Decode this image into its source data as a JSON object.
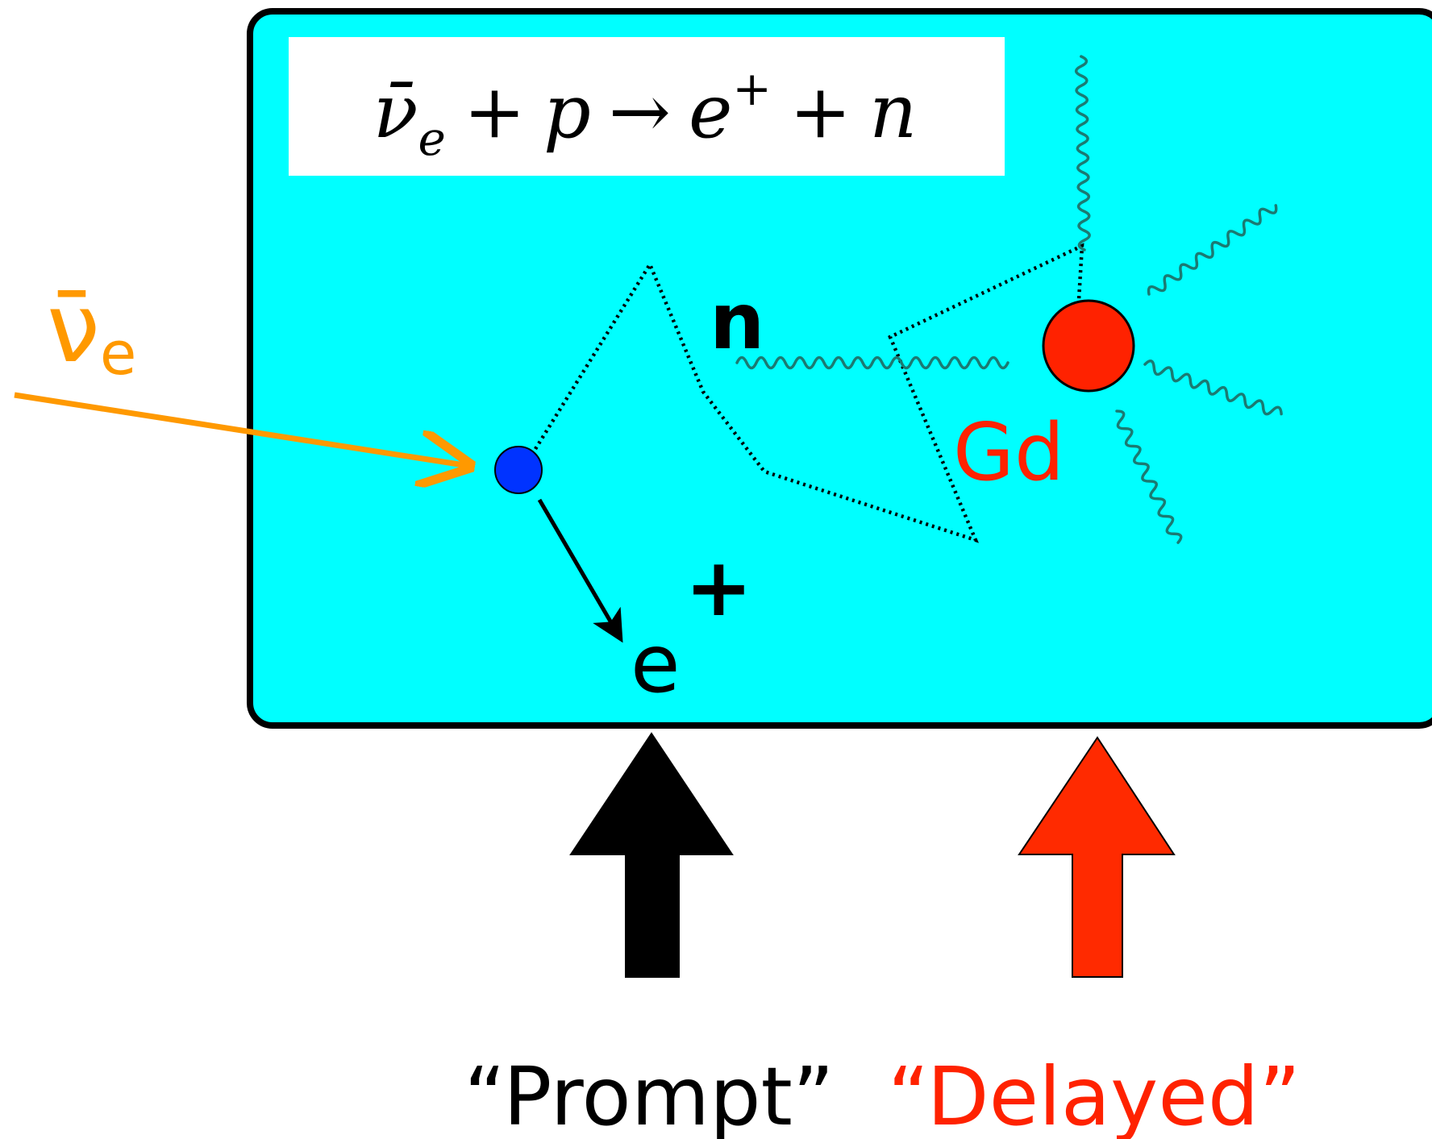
{
  "equation": {
    "antineutrino": "ν̄",
    "antineutrino_subscript": "e",
    "plus1": "+",
    "proton": "p",
    "arrow": "→",
    "positron": "e",
    "positron_superscript": "+",
    "plus2": "+",
    "neutron": "n"
  },
  "labels": {
    "incoming_neutrino": "ν̄",
    "incoming_neutrino_subscript": "e",
    "neutron": "n",
    "gadolinium": "Gd",
    "positron": "e",
    "positron_superscript": "+",
    "prompt": "“Prompt”",
    "delayed": "“Delayed”"
  },
  "colors": {
    "detector_fill": "#00ffff",
    "neutrino": "#ff9900",
    "interaction_point": "#0033ff",
    "gadolinium": "#ff2200",
    "prompt_arrow": "#000000",
    "delayed_arrow": "#ff2a00",
    "gamma_wave": "#1b7a72"
  }
}
